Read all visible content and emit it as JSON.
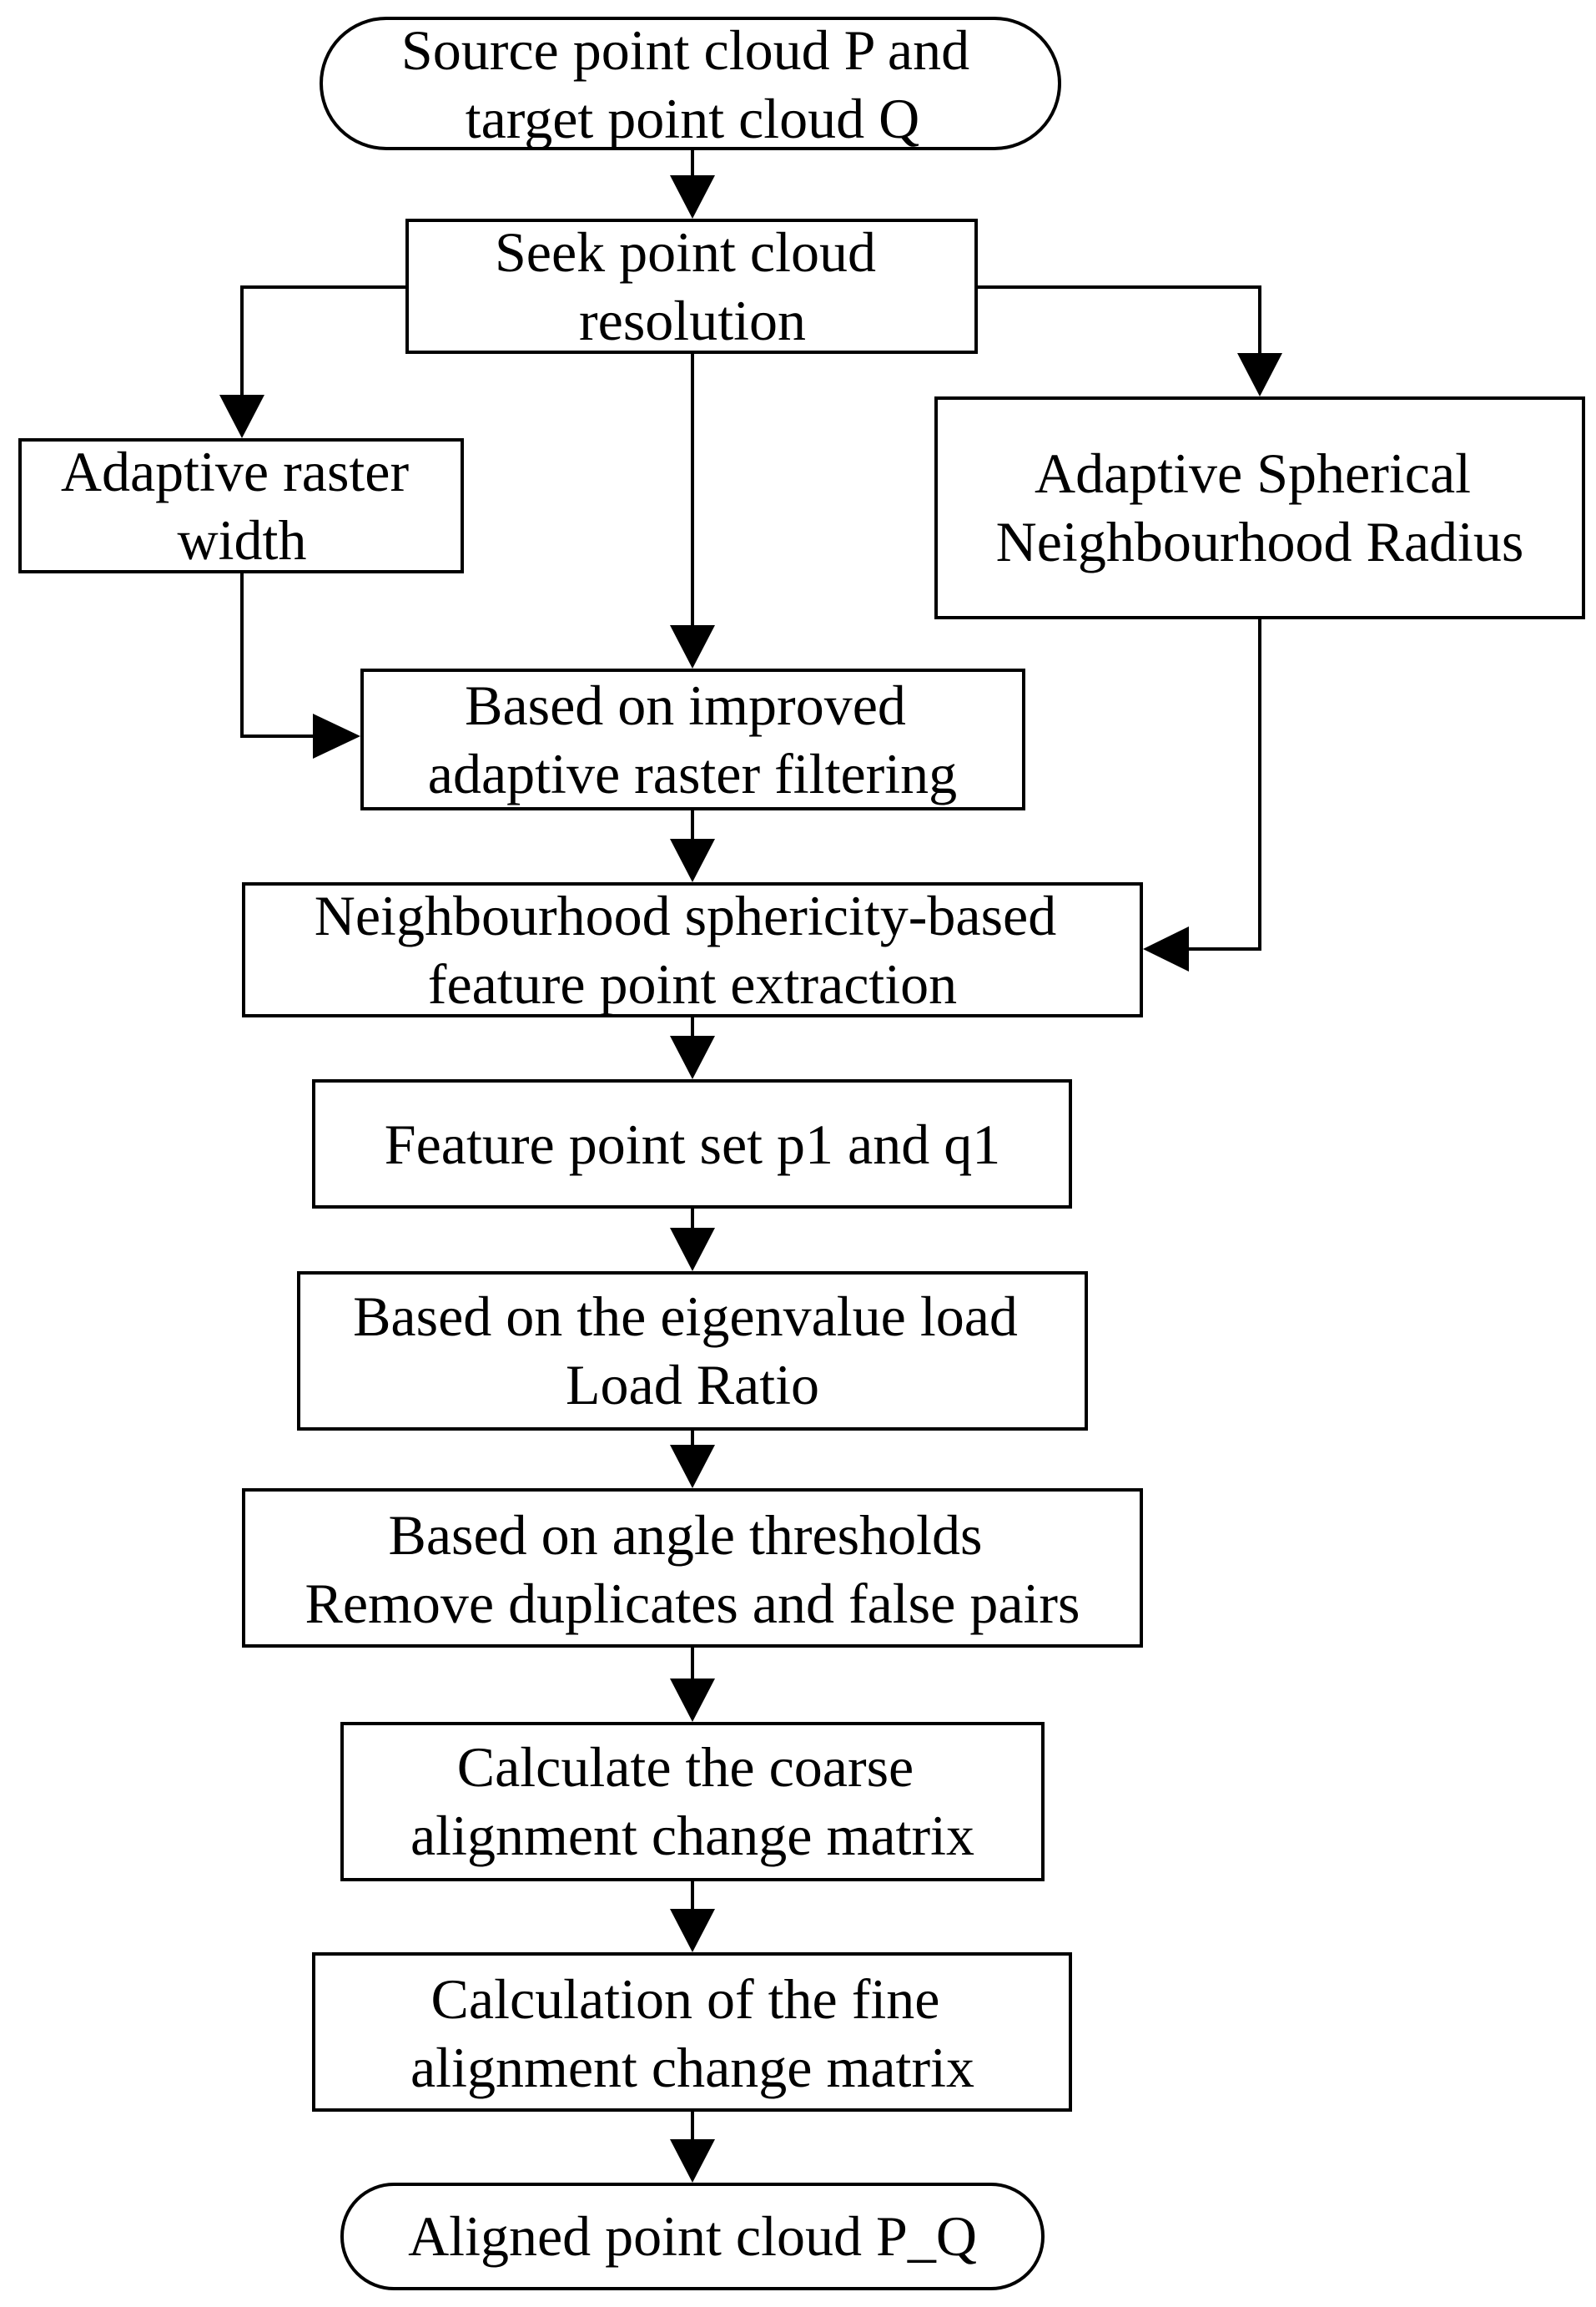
{
  "nodes": {
    "start": {
      "lines": [
        "Source point cloud P and",
        "target point cloud Q"
      ]
    },
    "seek": {
      "lines": [
        "Seek point cloud",
        "resolution"
      ]
    },
    "raster_width": {
      "lines": [
        "Adaptive raster",
        "width"
      ]
    },
    "spherical_radius": {
      "lines": [
        "Adaptive Spherical",
        "Neighbourhood Radius"
      ]
    },
    "raster_filtering": {
      "lines": [
        "Based on improved",
        "adaptive raster filtering"
      ]
    },
    "feature_extraction": {
      "lines": [
        "Neighbourhood sphericity-based",
        "feature point extraction"
      ]
    },
    "feature_set": {
      "lines": [
        "Feature point set p1 and q1"
      ]
    },
    "eigenvalue": {
      "lines": [
        "Based on the eigenvalue load",
        "Load Ratio"
      ]
    },
    "angle_thresholds": {
      "lines": [
        "Based on angle thresholds",
        "Remove duplicates and false pairs"
      ]
    },
    "coarse": {
      "lines": [
        "Calculate the coarse",
        "alignment change matrix"
      ]
    },
    "fine": {
      "lines": [
        "Calculation of the fine",
        "alignment change matrix"
      ]
    },
    "end": {
      "lines": [
        "Aligned point cloud P_Q"
      ]
    }
  },
  "colors": {
    "stroke": "#000000",
    "fill": "#ffffff",
    "text": "#000000"
  }
}
